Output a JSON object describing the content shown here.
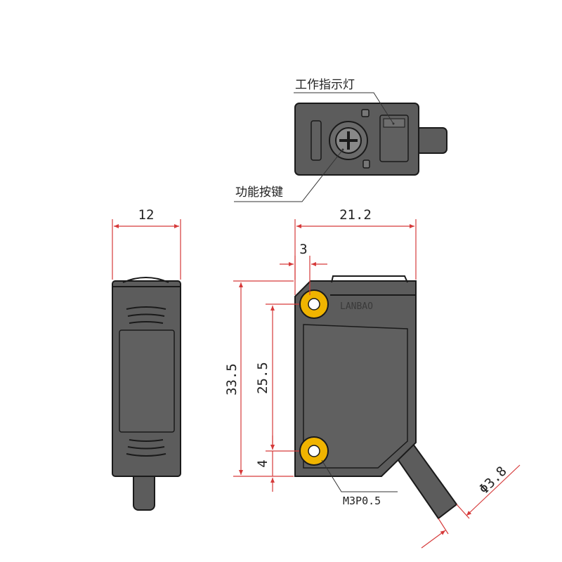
{
  "labels": {
    "indicator": "工作指示灯",
    "function_button": "功能按键",
    "thread": "M3P0.5",
    "logo": "LANBAO"
  },
  "dimensions": {
    "width_side": "12",
    "width_front": "21.2",
    "offset_top": "3",
    "height_total": "33.5",
    "hole_spacing": "25.5",
    "offset_bottom": "4",
    "cable_diameter": "Φ3.8"
  },
  "colors": {
    "body": "#5c5c5c",
    "dimension_line": "#d63a3a",
    "mount_hole": "#f0b400"
  }
}
